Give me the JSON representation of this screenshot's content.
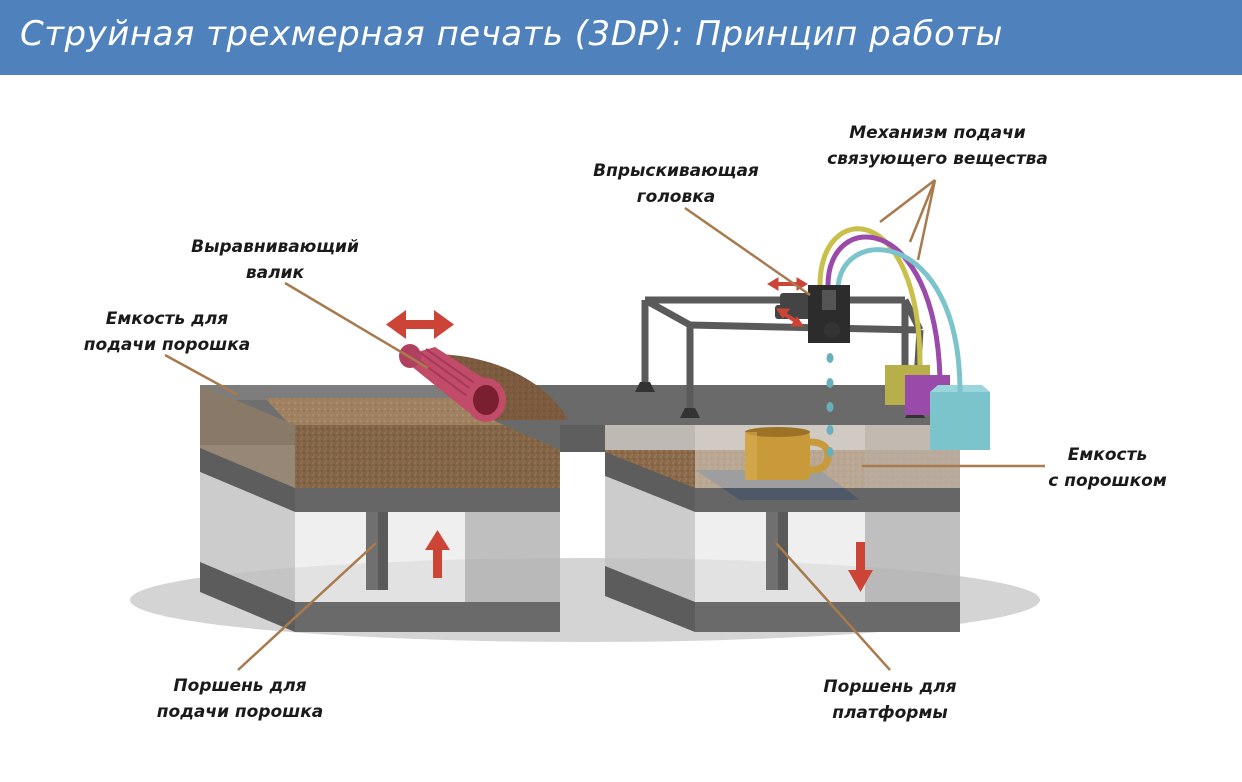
{
  "title": "Струйная трехмерная печать (3DP): Принцип работы",
  "labels": {
    "roller": [
      "Выравнивающий",
      "валик"
    ],
    "feed_container": [
      "Емкость для",
      "подачи порошка"
    ],
    "print_head": [
      "Впрыскивающая",
      "головка"
    ],
    "binder_feed": [
      "Механизм подачи",
      "связующего вещества"
    ],
    "powder_container": [
      "Емкость",
      "с порошком"
    ],
    "feed_piston": [
      "Поршень для",
      "подачи порошка"
    ],
    "platform_piston": [
      "Поршень для",
      "платформы"
    ]
  },
  "colors": {
    "title_bar": "#4f81bd",
    "title_text": "#ffffff",
    "leader_line": "#a87a4d",
    "arrow": "#cc4436",
    "frame": "#5a5a5a",
    "powder": "#8a6a4a",
    "cup": "#c89a3a",
    "tube_yellow": "#c8c04a",
    "tube_purple": "#9a4aa8",
    "tube_cyan": "#7cc4cc",
    "drop": "#6ab0bc"
  }
}
